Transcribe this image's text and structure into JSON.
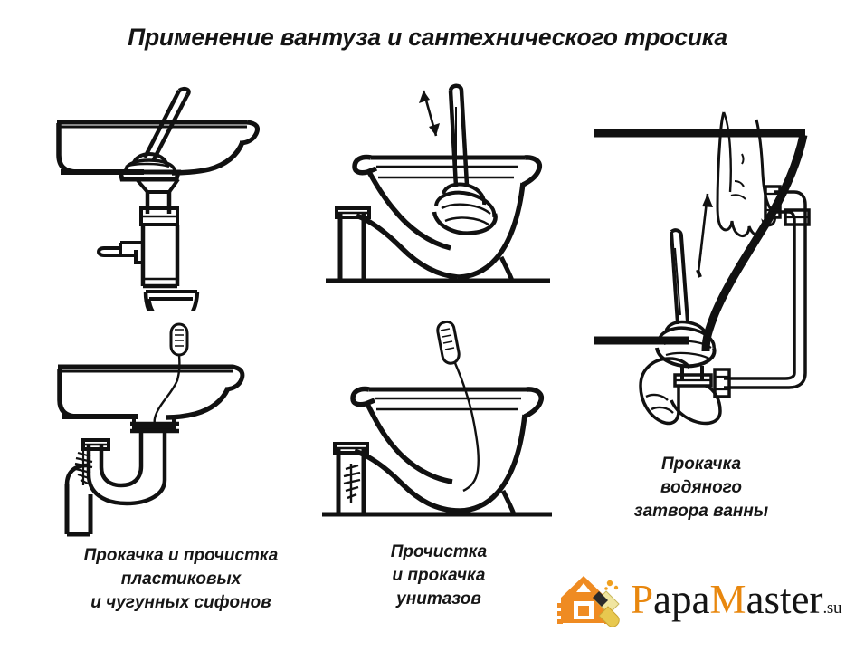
{
  "page": {
    "title": "Применение вантуза и сантехнического тросика",
    "background_color": "#ffffff",
    "ink_color": "#111111"
  },
  "figures": [
    {
      "id": "sink-plunger",
      "name": "sink-with-plunger",
      "description": "Раковина с вантузом в сливном отверстии и разобранным сифоном",
      "position": "top-left"
    },
    {
      "id": "sink-cable",
      "name": "sink-with-cable",
      "description": "Раковина с сантехническим тросиком в сливе и чугунным сифоном",
      "position": "bottom-left"
    },
    {
      "id": "toilet-plunger",
      "name": "toilet-with-plunger",
      "description": "Унитаз с вантузом, стрелка вверх-вниз",
      "position": "top-middle",
      "arrow": "up-down"
    },
    {
      "id": "toilet-cable",
      "name": "toilet-with-cable",
      "description": "Унитаз с сантехническим тросиком",
      "position": "bottom-middle"
    },
    {
      "id": "bath-plunger",
      "name": "bathtub-with-plunger",
      "description": "Ванна: вантуз в сливе, рука закрывает перелив, стрелка вверх",
      "position": "right",
      "arrow": "up"
    }
  ],
  "captions": {
    "left": [
      "Прокачка и прочистка",
      "пластиковых",
      "и чугунных сифонов"
    ],
    "middle": [
      "Прочистка",
      "и прокачка",
      "унитазов"
    ],
    "right": [
      "Прокачка",
      "водяного",
      "затвора ванны"
    ]
  },
  "logo": {
    "name": "papamaster-logo",
    "mark": "house-with-paintbrush-icon",
    "text_part1": "P",
    "text_part2": "apa",
    "text_part3": "M",
    "text_part4": "aster",
    "tld": ".su",
    "full_text": "PapaMaster.su",
    "accent_color": "#e8870e",
    "text_color": "#141414"
  }
}
